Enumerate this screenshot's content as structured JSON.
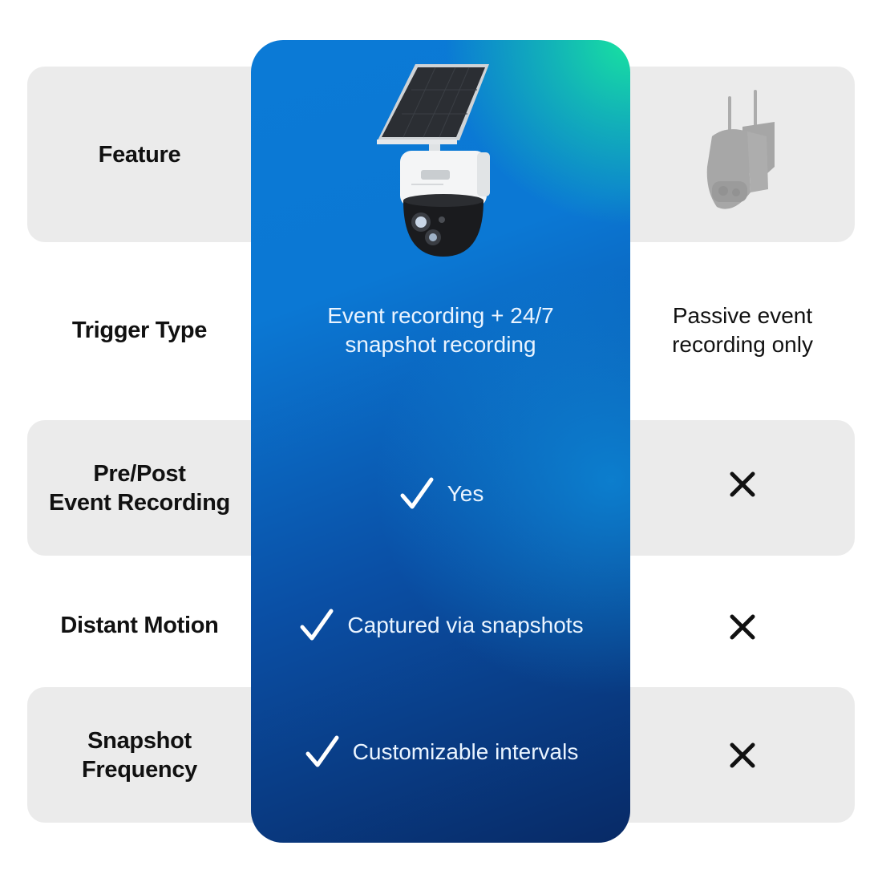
{
  "colors": {
    "row_background": "#ebebeb",
    "hero_gradient": [
      "#18e2a0",
      "#0b7ad6",
      "#082a66"
    ],
    "hero_text": "#eaf4ff",
    "label_text": "#111111"
  },
  "rows": [
    {
      "feature": "Feature",
      "highlight": {
        "image": "solar-ptz-camera-icon"
      },
      "other": {
        "image": "competitor-camera-icon"
      }
    },
    {
      "feature": "Trigger Type",
      "highlight": {
        "text": "Event recording + 24/7\nsnapshot recording"
      },
      "other": {
        "text": "Passive event\nrecording only"
      }
    },
    {
      "feature": "Pre/Post\nEvent Recording",
      "highlight": {
        "check": true,
        "text": "Yes"
      },
      "other": {
        "icon": "x-icon"
      }
    },
    {
      "feature": "Distant Motion",
      "highlight": {
        "check": true,
        "text": "Captured via snapshots"
      },
      "other": {
        "icon": "x-icon"
      }
    },
    {
      "feature": "Snapshot\nFrequency",
      "highlight": {
        "check": true,
        "text": "Customizable intervals"
      },
      "other": {
        "icon": "x-icon"
      }
    }
  ]
}
